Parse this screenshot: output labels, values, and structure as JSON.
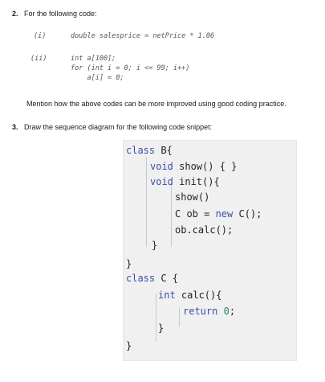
{
  "q2": {
    "number": "2.",
    "prompt": "For the following code:",
    "part_i": {
      "label": "(i)",
      "code": "double salesprice = netPrice * 1.06"
    },
    "part_ii": {
      "label": "(ii)",
      "code_lines": [
        "int a[100];",
        "for (int i = 0; i <= 99; i++)",
        "    a[i] = 0;"
      ]
    },
    "instruction": "Mention how the above codes can be more improved using good coding practice."
  },
  "q3": {
    "number": "3.",
    "prompt": "Draw the sequence diagram for the following code snippet:",
    "code": {
      "l1_kw": "class",
      "l1_rest": " B{",
      "l2_kw": "void",
      "l2_rest": " show() { }",
      "l3_kw": "void",
      "l3_rest": " init(){",
      "l4": "show()",
      "l5_a": "C ob = ",
      "l5_kw": "new",
      "l5_b": " C();",
      "l6": "ob.calc();",
      "l7": "}",
      "l8": "}",
      "l9_kw": "class",
      "l9_rest": " C {",
      "l10_kw": "int",
      "l10_rest": " calc(){",
      "l11_kw": "return",
      "l11_sp": " ",
      "l11_num": "0",
      "l11_end": ";",
      "l12": "}",
      "l13": "}"
    }
  },
  "colors": {
    "keyword": "#3b4fa8",
    "number": "#2f7b7b",
    "code_bg": "#f0f0f0"
  }
}
